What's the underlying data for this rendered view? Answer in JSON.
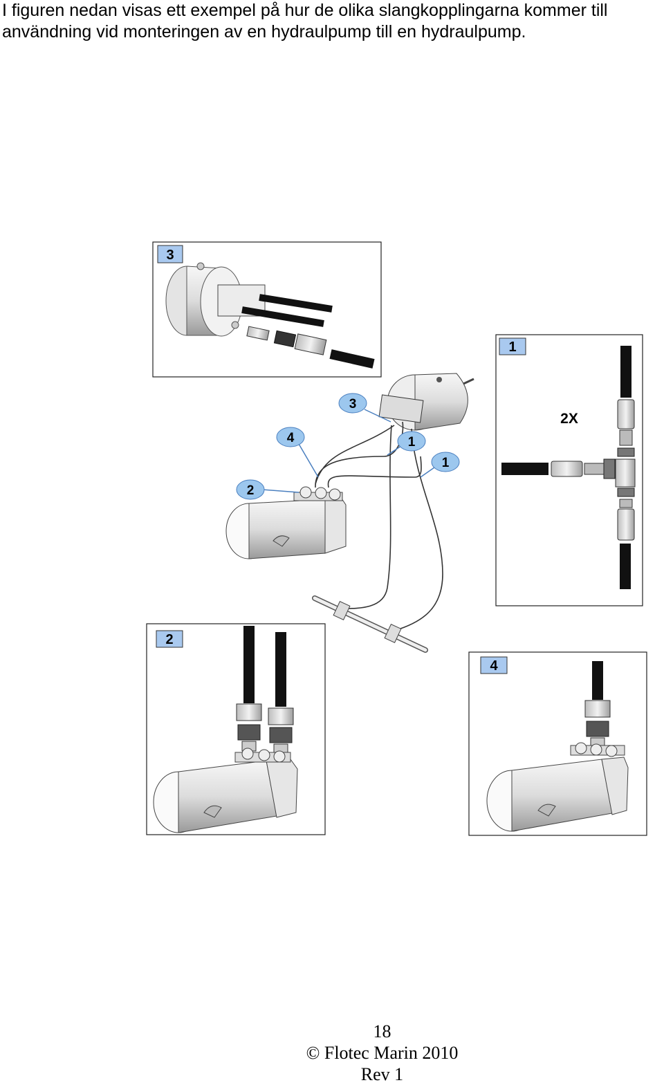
{
  "intro": {
    "line1": "I figuren nedan visas ett exempel på hur de olika slangkopplingarna kommer till",
    "line2": "användning vid monteringen av en hydraulpump till en hydraulpump."
  },
  "figure": {
    "callouts": [
      "3",
      "4",
      "1",
      "1",
      "2"
    ],
    "inset_labels": {
      "inset3": "3",
      "inset1": "1",
      "inset2": "2",
      "inset4": "4"
    },
    "inset1_note": "2X",
    "colors": {
      "badge_fill": "#a9c9ef",
      "callout_fill": "#9cc7ee",
      "hose": "#111111",
      "metal": "#d9d9d9"
    }
  },
  "footer": {
    "page_number": "18",
    "copyright": "© Flotec Marin 2010",
    "revision": "Rev 1"
  }
}
